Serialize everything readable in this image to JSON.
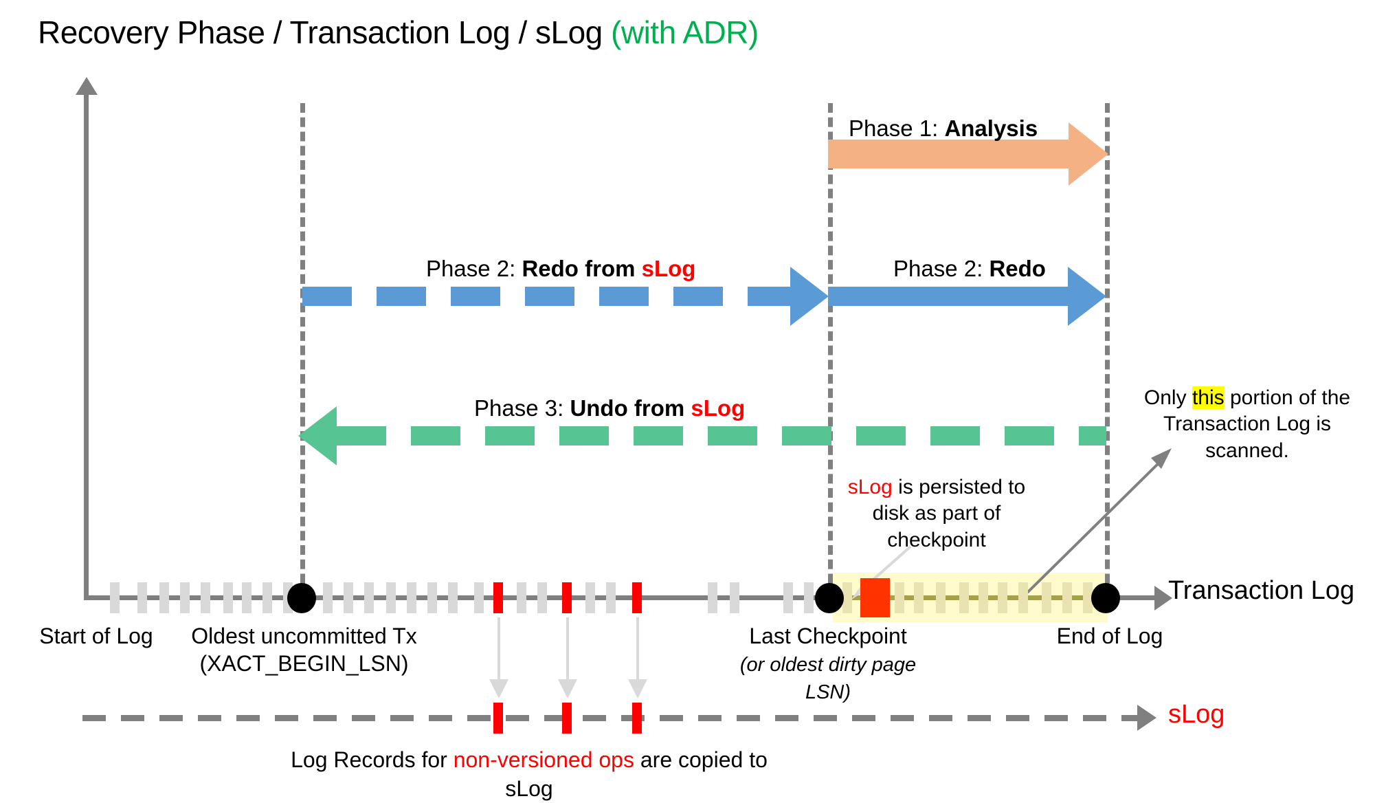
{
  "title": {
    "main": "Recovery Phase / Transaction Log / sLog ",
    "suffix": "(with ADR)"
  },
  "phases": [
    {
      "id": "phase1",
      "prefix": "Phase 1: ",
      "name": "Analysis",
      "color": "#F4B183",
      "style": "solid",
      "direction": "right",
      "from": "Last Checkpoint",
      "to": "End of Log"
    },
    {
      "id": "phase2a",
      "prefix": "Phase 2: ",
      "name": "Redo from ",
      "accent": "sLog",
      "color": "#5B9BD5",
      "style": "dashed",
      "direction": "right",
      "from": "Oldest uncommitted Tx",
      "to": "Last Checkpoint"
    },
    {
      "id": "phase2b",
      "prefix": "Phase 2: ",
      "name": "Redo",
      "color": "#5B9BD5",
      "style": "solid",
      "direction": "right",
      "from": "Last Checkpoint",
      "to": "End of Log"
    },
    {
      "id": "phase3",
      "prefix": "Phase 3: ",
      "name": "Undo from ",
      "accent": "sLog",
      "color": "#57C494",
      "style": "dashed",
      "direction": "left",
      "from": "End of Log",
      "to": "Oldest uncommitted Tx"
    }
  ],
  "annotations": {
    "checkpoint_note_accent": "sLog",
    "checkpoint_note_rest": " is persisted to disk as part of checkpoint",
    "scan_note_pre": "Only ",
    "scan_note_highlight": "this",
    "scan_note_post": " portion of the Transaction Log is scanned.",
    "slog_note_pre": "Log Records for ",
    "slog_note_accent": "non-versioned ops",
    "slog_note_post": " are copied to sLog"
  },
  "timeline": {
    "axis_label": "Transaction Log",
    "slog_label": "sLog",
    "markers": [
      {
        "id": "start",
        "label": "Start of Log",
        "sublabel": ""
      },
      {
        "id": "oldest",
        "label": "Oldest uncommitted Tx",
        "sublabel": "(XACT_BEGIN_LSN)"
      },
      {
        "id": "ckpt",
        "label": "Last Checkpoint",
        "sublabel": "(or oldest dirty page LSN)"
      },
      {
        "id": "end",
        "label": "End of Log",
        "sublabel": ""
      }
    ]
  },
  "colors": {
    "analysis": "#F4B183",
    "redo": "#5B9BD5",
    "undo": "#57C494",
    "accent_red": "#FF0000",
    "adr_green": "#00B050",
    "highlight_yellow": "#FFFF00",
    "scan_band": "#FFFBCC",
    "log_record": "#D9D9D9",
    "axis": "#7F7F7F"
  },
  "chart_data": {
    "type": "timeline",
    "records_gray_x": [
      160,
      200,
      232,
      262,
      292,
      325,
      352,
      382,
      412,
      470,
      500,
      530,
      562,
      592,
      622,
      652,
      682,
      742,
      772,
      800,
      852,
      880,
      940,
      972,
      1002,
      1032,
      1062,
      1092,
      1122,
      1152,
      1240,
      1290,
      1320,
      1350,
      1382,
      1412,
      1442,
      1472,
      1502,
      1532,
      1562
    ],
    "records_red_x": [
      718,
      818,
      920
    ],
    "record_orange_ckpt_x": 1252,
    "dots_x": [
      437,
      1205,
      1608
    ],
    "slog_records_x": [
      718,
      818,
      920
    ],
    "scan_band_range": [
      1205,
      1608
    ]
  }
}
